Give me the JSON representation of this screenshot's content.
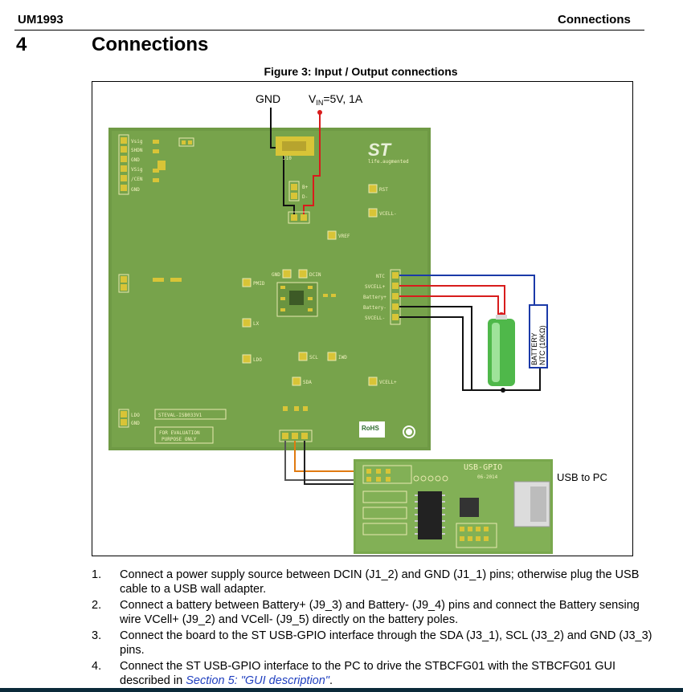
{
  "header": {
    "doc_id": "UM1993",
    "section": "Connections"
  },
  "section": {
    "number": "4",
    "title": "Connections"
  },
  "figure": {
    "caption": "Figure 3: Input / Output connections",
    "gnd_label": "GND",
    "vin_label_main": "V",
    "vin_label_sub": "IN",
    "vin_label_rest": "=5V, 1A",
    "usb_to_pc": "USB to PC",
    "battery_ntc_1": "BATTERY",
    "battery_ntc_2": "NTC (10KΩ)",
    "usb_gpio_label": "USB-GPIO",
    "usb_gpio_date": "06-2014",
    "pcb_labels": {
      "vsig": "Vsig",
      "shdn": "SHDN",
      "gnd": "GND",
      "vsig2": "VSig",
      "cen": "/CEN",
      "gnd2": "GND",
      "j10": "J10",
      "bplus": "B+",
      "bminus": "D-",
      "rst": "RST",
      "vcell_minus": "VCELL-",
      "vref": "VREF",
      "gnd3": "GND",
      "dcin": "DCIN",
      "pmid": "PMID",
      "lx": "LX",
      "bat_ntc": "NTC",
      "svcell_plus": "SVCELL+",
      "battery_plus": "Battery+",
      "battery_minus": "Battery-",
      "svcell_minus": "SVCELL-",
      "ldo": "LDO",
      "scl": "SCL",
      "sda": "SDA",
      "iwd": "IWD",
      "vcell_plus": "VCELL+",
      "steval": "STEVAL-ISB033V1",
      "eval1": "FOR EVALUATION",
      "eval2": "PURPOSE ONLY",
      "rohs": "RoHS",
      "ldo2": "LDO",
      "gnd4": "GND",
      "st_logo": "ST",
      "st_sub": "life.augmented"
    }
  },
  "steps": [
    {
      "n": "1.",
      "text": "Connect a power supply source between DCIN (J1_2) and GND (J1_1) pins; otherwise plug the USB cable to a USB wall adapter."
    },
    {
      "n": "2.",
      "text": "Connect a battery between Battery+ (J9_3) and Battery- (J9_4) pins and connect the Battery sensing wire VCell+ (J9_2) and VCell- (J9_5) directly on the battery poles."
    },
    {
      "n": "3.",
      "text": "Connect the board to the ST USB-GPIO interface through the SDA (J3_1), SCL (J3_2) and GND (J3_3) pins."
    },
    {
      "n": "4.",
      "text_before": "Connect the ST USB-GPIO interface to the PC to drive the STBCFG01 with the STBCFG01 GUI described in ",
      "link": "Section 5: \"GUI description\"",
      "text_after": "."
    }
  ]
}
